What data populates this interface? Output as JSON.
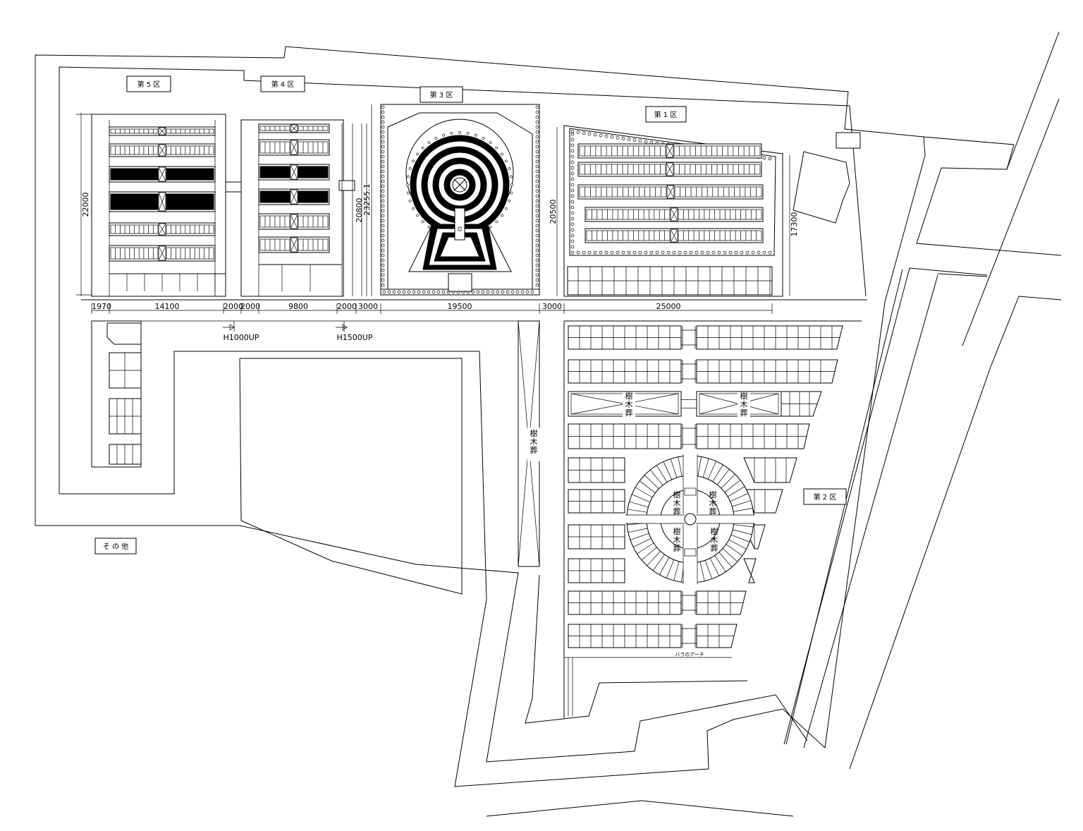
{
  "sections": {
    "sec5": "第 5 区",
    "sec4": "第 4 区",
    "sec3": "第 3 区",
    "sec1": "第 1 区",
    "sec2": "第 2 区",
    "other": "そ の 他"
  },
  "dimensions": {
    "d1970": "1970",
    "d14100": "14100",
    "d2000a": "2000",
    "d2000b": "2000",
    "d9800": "9800",
    "d2000c": "2000",
    "d3000a": "3000",
    "d19500": "19500",
    "d3000b": "3000",
    "d25000": "25000",
    "v22000": "22000",
    "v20800": "20800",
    "v23255": "23255.1",
    "v20500": "20500",
    "v17300": "17300"
  },
  "steps": {
    "h1000": "H1000UP",
    "h1500": "H1500UP"
  },
  "labels": {
    "tree_burial": "樹木葬",
    "rose_arch": "バラのアーチ"
  }
}
